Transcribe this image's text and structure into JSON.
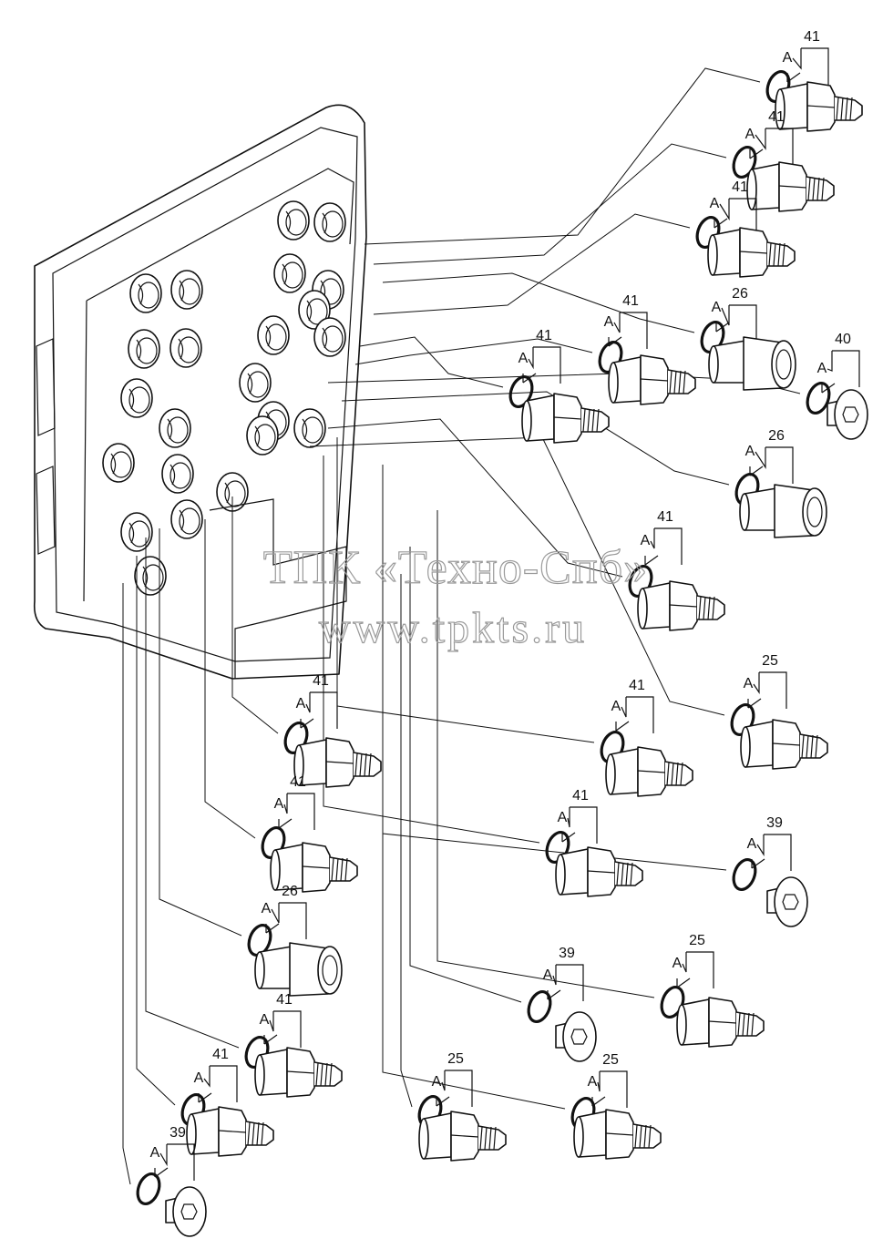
{
  "diagram": {
    "watermark_company": "ТПК «Техно-Спб»",
    "watermark_url": "www.tpkts.ru",
    "seal_label": "A",
    "parts": [
      {
        "part_no": "41",
        "kind": "straight-adapter"
      },
      {
        "part_no": "41",
        "kind": "straight-adapter"
      },
      {
        "part_no": "41",
        "kind": "straight-adapter"
      },
      {
        "part_no": "41",
        "kind": "straight-adapter"
      },
      {
        "part_no": "41",
        "kind": "straight-adapter"
      },
      {
        "part_no": "26",
        "kind": "female-union"
      },
      {
        "part_no": "40",
        "kind": "hex-socket-plug"
      },
      {
        "part_no": "26",
        "kind": "female-union"
      },
      {
        "part_no": "41",
        "kind": "straight-adapter"
      },
      {
        "part_no": "25",
        "kind": "straight-adapter"
      },
      {
        "part_no": "41",
        "kind": "straight-adapter"
      },
      {
        "part_no": "41",
        "kind": "straight-adapter"
      },
      {
        "part_no": "39",
        "kind": "hex-socket-plug"
      },
      {
        "part_no": "41",
        "kind": "straight-adapter"
      },
      {
        "part_no": "41",
        "kind": "straight-adapter"
      },
      {
        "part_no": "25",
        "kind": "straight-adapter"
      },
      {
        "part_no": "26",
        "kind": "female-union"
      },
      {
        "part_no": "39",
        "kind": "hex-socket-plug"
      },
      {
        "part_no": "41",
        "kind": "straight-adapter"
      },
      {
        "part_no": "25",
        "kind": "straight-adapter"
      },
      {
        "part_no": "41",
        "kind": "straight-adapter"
      },
      {
        "part_no": "25",
        "kind": "straight-adapter"
      },
      {
        "part_no": "39",
        "kind": "hex-socket-plug"
      }
    ]
  }
}
